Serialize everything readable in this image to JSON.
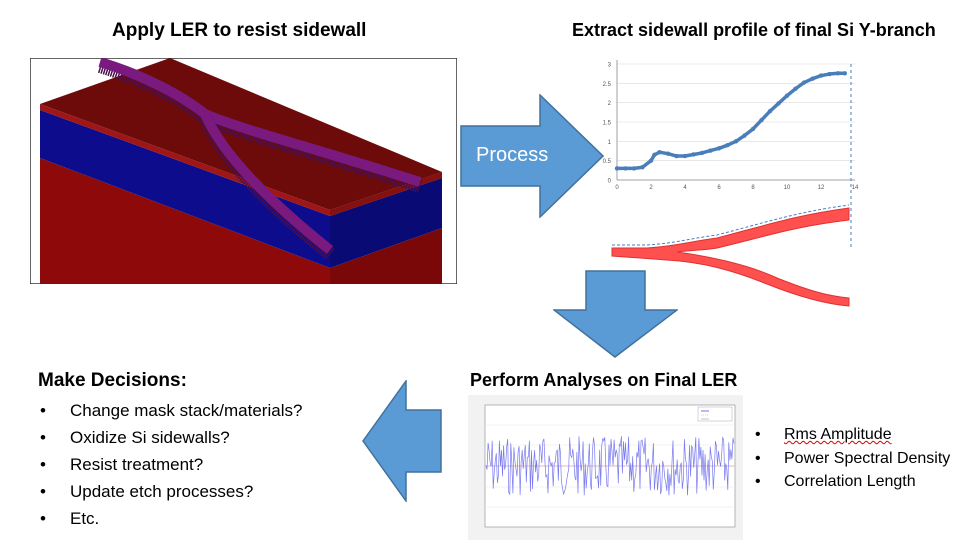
{
  "titles": {
    "apply": "Apply LER to resist sidewall",
    "extract": "Extract sidewall profile of final Si Y-branch",
    "analyses": "Perform Analyses on Final LER",
    "decisions": "Make Decisions:"
  },
  "process_label": "Process",
  "decisions": [
    "Change mask stack/materials?",
    "Oxidize Si sidewalls?",
    "Resist treatment?",
    "Update etch processes?",
    "Etc."
  ],
  "metrics": [
    "Rms Amplitude",
    "Power Spectral Density",
    "Correlation Length"
  ],
  "colors": {
    "arrow": "#5b9bd5",
    "arrow_stroke": "#41719c",
    "substrate_red": "#8e0a0a",
    "top_red": "#6d0b0b",
    "oxide_blue": "#0c0c8c",
    "resist_purple": "#7b1a7e",
    "profile_blue": "#4a7ebb",
    "profile_red": "#ff5050"
  },
  "chart_data": {
    "type": "line",
    "title": "",
    "xlabel": "",
    "ylabel": "",
    "xlim": [
      0,
      14
    ],
    "ylim": [
      0,
      3
    ],
    "x_ticks": [
      "0",
      "2",
      "4",
      "6",
      "8",
      "10",
      "12",
      "14"
    ],
    "y_ticks": [
      "0",
      "0.5",
      "1",
      "1.5",
      "2",
      "2.5",
      "3"
    ],
    "series": [
      {
        "x": [
          0,
          0.5,
          1,
          1.5,
          2,
          2.2,
          2.5,
          3,
          3.5,
          4,
          4.5,
          5,
          5.5,
          6,
          6.5,
          7,
          7.5,
          8,
          8.5,
          9,
          9.5,
          10,
          10.5,
          11,
          11.5,
          12,
          12.5,
          13,
          13.4
        ],
        "y": [
          0.3,
          0.3,
          0.3,
          0.33,
          0.5,
          0.65,
          0.72,
          0.68,
          0.62,
          0.62,
          0.66,
          0.7,
          0.76,
          0.82,
          0.9,
          1.0,
          1.15,
          1.32,
          1.55,
          1.78,
          1.98,
          2.18,
          2.36,
          2.52,
          2.62,
          2.7,
          2.74,
          2.76,
          2.76
        ]
      }
    ]
  }
}
